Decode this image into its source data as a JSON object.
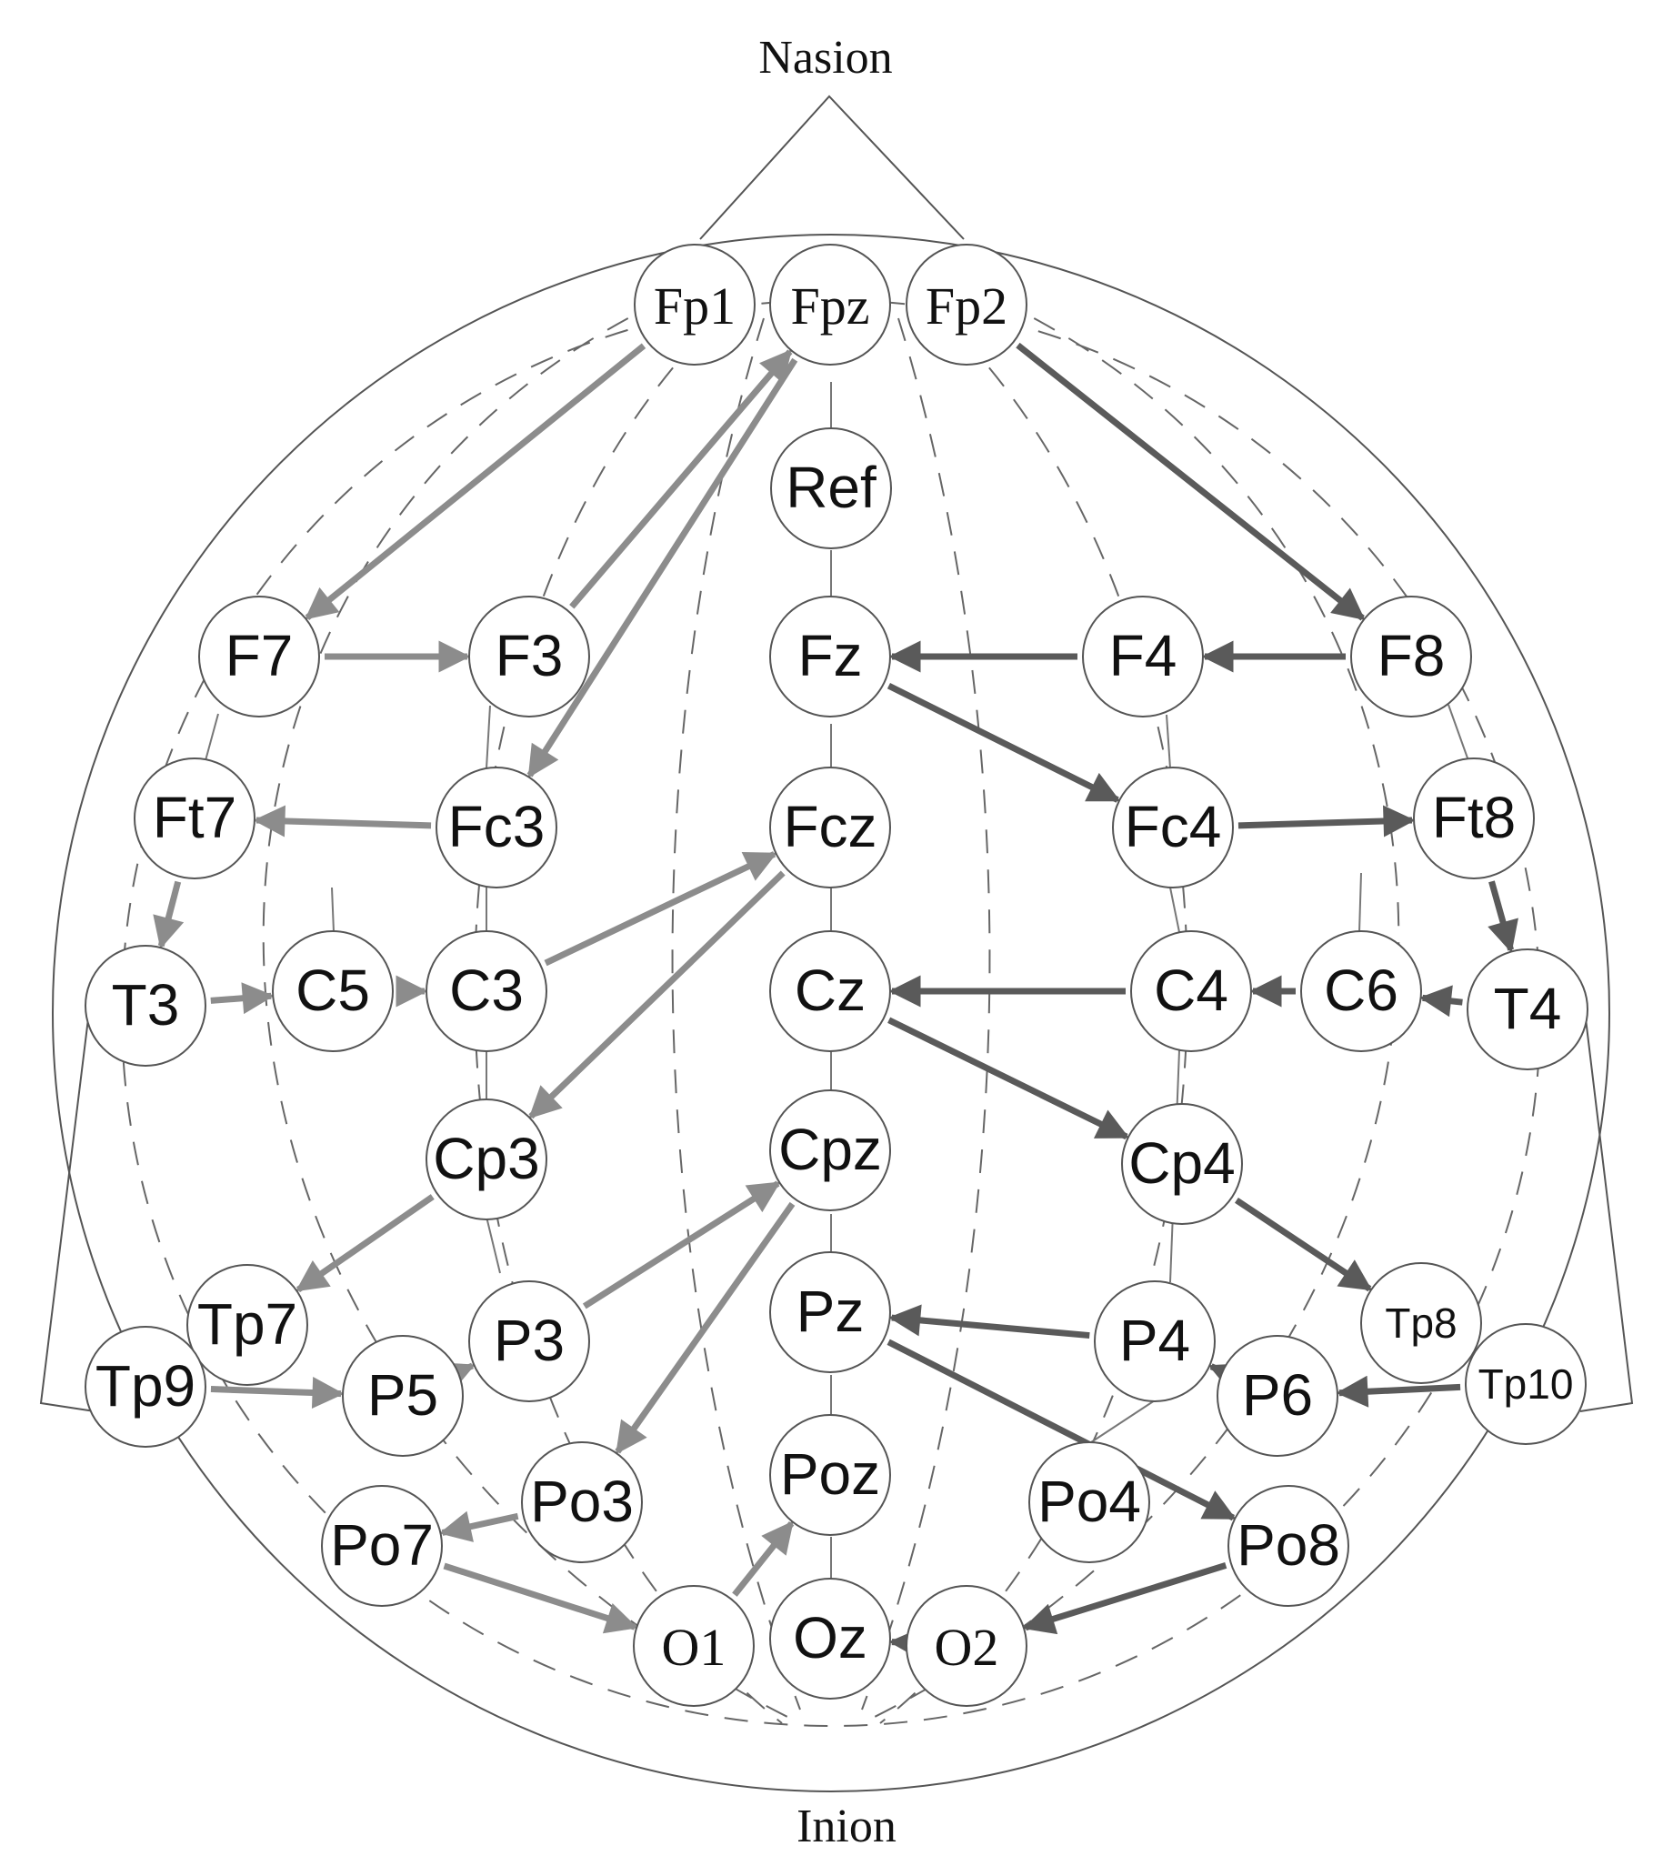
{
  "labels": {
    "top": "Nasion",
    "bottom": "Inion"
  },
  "colors": {
    "left_arrow": "#8c8c8c",
    "right_arrow": "#5a5a5a",
    "outline": "#555555",
    "text": "#111111"
  },
  "electrodes": [
    {
      "id": "Fp1",
      "label": "Fp1",
      "serif": true
    },
    {
      "id": "Fpz",
      "label": "Fpz",
      "serif": true
    },
    {
      "id": "Fp2",
      "label": "Fp2",
      "serif": true
    },
    {
      "id": "Ref",
      "label": "Ref"
    },
    {
      "id": "F7",
      "label": "F7"
    },
    {
      "id": "F3",
      "label": "F3"
    },
    {
      "id": "Fz",
      "label": "Fz"
    },
    {
      "id": "F4",
      "label": "F4"
    },
    {
      "id": "F8",
      "label": "F8"
    },
    {
      "id": "Ft7",
      "label": "Ft7"
    },
    {
      "id": "Fc3",
      "label": "Fc3"
    },
    {
      "id": "Fcz",
      "label": "Fcz"
    },
    {
      "id": "Fc4",
      "label": "Fc4"
    },
    {
      "id": "Ft8",
      "label": "Ft8"
    },
    {
      "id": "T3",
      "label": "T3"
    },
    {
      "id": "C5",
      "label": "C5"
    },
    {
      "id": "C3",
      "label": "C3"
    },
    {
      "id": "Cz",
      "label": "Cz"
    },
    {
      "id": "C4",
      "label": "C4"
    },
    {
      "id": "C6",
      "label": "C6"
    },
    {
      "id": "T4",
      "label": "T4"
    },
    {
      "id": "Cp3",
      "label": "Cp3"
    },
    {
      "id": "Cpz",
      "label": "Cpz"
    },
    {
      "id": "Cp4",
      "label": "Cp4"
    },
    {
      "id": "Tp7",
      "label": "Tp7"
    },
    {
      "id": "Tp8",
      "label": "Tp8",
      "small": true
    },
    {
      "id": "Tp9",
      "label": "Tp9"
    },
    {
      "id": "Tp10",
      "label": "Tp10",
      "small": true
    },
    {
      "id": "P5",
      "label": "P5"
    },
    {
      "id": "P3",
      "label": "P3"
    },
    {
      "id": "Pz",
      "label": "Pz"
    },
    {
      "id": "P4",
      "label": "P4"
    },
    {
      "id": "P6",
      "label": "P6"
    },
    {
      "id": "Po7",
      "label": "Po7"
    },
    {
      "id": "Po3",
      "label": "Po3"
    },
    {
      "id": "Poz",
      "label": "Poz"
    },
    {
      "id": "Po4",
      "label": "Po4"
    },
    {
      "id": "Po8",
      "label": "Po8"
    },
    {
      "id": "O1",
      "label": "O1",
      "serif": true
    },
    {
      "id": "Oz",
      "label": "Oz"
    },
    {
      "id": "O2",
      "label": "O2",
      "serif": true
    }
  ],
  "arrows": [
    {
      "from": "Fp1",
      "to": "F7",
      "side": "left"
    },
    {
      "from": "F3",
      "to": "Fpz",
      "side": "left"
    },
    {
      "from": "Fpz",
      "to": "Fc3",
      "side": "left"
    },
    {
      "from": "F7",
      "to": "F3",
      "side": "left"
    },
    {
      "from": "Fc3",
      "to": "Ft7",
      "side": "left"
    },
    {
      "from": "Ft7",
      "to": "T3",
      "side": "left"
    },
    {
      "from": "T3",
      "to": "C5",
      "side": "left"
    },
    {
      "from": "C5",
      "to": "C3",
      "side": "left"
    },
    {
      "from": "C3",
      "to": "Fcz",
      "side": "left"
    },
    {
      "from": "Fcz",
      "to": "Cp3",
      "side": "left"
    },
    {
      "from": "Cp3",
      "to": "Tp7",
      "side": "left"
    },
    {
      "from": "Tp7",
      "to": "Tp9",
      "side": "left"
    },
    {
      "from": "Tp9",
      "to": "P5",
      "side": "left"
    },
    {
      "from": "P5",
      "to": "P3",
      "side": "left"
    },
    {
      "from": "P3",
      "to": "Cpz",
      "side": "left"
    },
    {
      "from": "Cpz",
      "to": "Po3",
      "side": "left"
    },
    {
      "from": "Po3",
      "to": "Po7",
      "side": "left"
    },
    {
      "from": "Po7",
      "to": "O1",
      "side": "left"
    },
    {
      "from": "O1",
      "to": "Poz",
      "side": "left"
    },
    {
      "from": "Fp2",
      "to": "F8",
      "side": "right"
    },
    {
      "from": "F8",
      "to": "F4",
      "side": "right"
    },
    {
      "from": "F4",
      "to": "Fz",
      "side": "right"
    },
    {
      "from": "Fz",
      "to": "Fc4",
      "side": "right"
    },
    {
      "from": "Fc4",
      "to": "Ft8",
      "side": "right"
    },
    {
      "from": "Ft8",
      "to": "T4",
      "side": "right"
    },
    {
      "from": "T4",
      "to": "C6",
      "side": "right"
    },
    {
      "from": "C6",
      "to": "C4",
      "side": "right"
    },
    {
      "from": "C4",
      "to": "Cz",
      "side": "right"
    },
    {
      "from": "Cz",
      "to": "Cp4",
      "side": "right"
    },
    {
      "from": "Cp4",
      "to": "Tp8",
      "side": "right"
    },
    {
      "from": "Tp8",
      "to": "Tp10",
      "side": "right"
    },
    {
      "from": "Tp10",
      "to": "P6",
      "side": "right"
    },
    {
      "from": "P6",
      "to": "P4",
      "side": "right"
    },
    {
      "from": "P4",
      "to": "Pz",
      "side": "right"
    },
    {
      "from": "Pz",
      "to": "Po8",
      "side": "right"
    },
    {
      "from": "Po8",
      "to": "O2",
      "side": "right"
    },
    {
      "from": "O2",
      "to": "Oz",
      "side": "right"
    }
  ]
}
